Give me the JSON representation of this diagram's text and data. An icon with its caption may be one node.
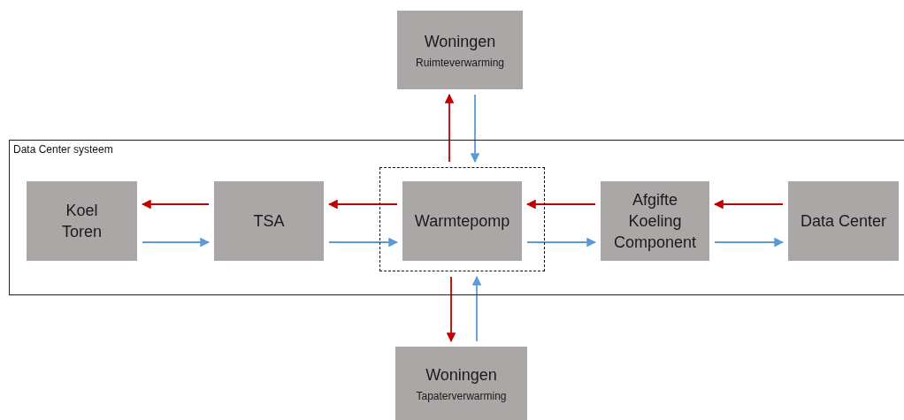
{
  "diagram": {
    "nodes": [
      {
        "text": [
          "Data Center systeem"
        ]
      },
      {
        "text": [
          "Woningen",
          "Ruimteverwarming"
        ]
      },
      {
        "text": [
          "Koel Toren"
        ],
        "in": 0
      },
      {
        "text": [
          "TSA"
        ],
        "in": 0
      },
      {
        "text": [],
        "shape": "box",
        "in": 0
      },
      {
        "text": [
          "Warmtepomp"
        ],
        "in": 4
      },
      {
        "text": [
          "Afgifte Koeling Component"
        ],
        "in": 0
      },
      {
        "text": [
          "Data Center"
        ],
        "in": 0
      },
      {
        "text": [
          "Woningen",
          "Tapaterverwarming"
        ]
      }
    ],
    "edges": [
      {
        "from": 3,
        "to": 2,
        "arrow": "to",
        "color": "#c00000"
      },
      {
        "from": 2,
        "to": 3,
        "arrow": "to",
        "color": "#5b9bd5"
      },
      {
        "from": 5,
        "to": 3,
        "arrow": "to",
        "color": "#c00000"
      },
      {
        "from": 3,
        "to": 5,
        "arrow": "to",
        "color": "#5b9bd5"
      },
      {
        "from": 6,
        "to": 5,
        "arrow": "to",
        "color": "#c00000"
      },
      {
        "from": 5,
        "to": 6,
        "arrow": "to",
        "color": "#5b9bd5"
      },
      {
        "from": 7,
        "to": 6,
        "arrow": "to",
        "color": "#c00000"
      },
      {
        "from": 6,
        "to": 7,
        "arrow": "to",
        "color": "#5b9bd5"
      },
      {
        "from": 4,
        "to": 1,
        "arrow": "to",
        "color": "#c00000"
      },
      {
        "from": 1,
        "to": 4,
        "arrow": "to",
        "color": "#5b9bd5"
      },
      {
        "from": 4,
        "to": 8,
        "arrow": "to",
        "color": "#c00000"
      },
      {
        "from": 8,
        "to": 4,
        "arrow": "to",
        "color": "#5b9bd5"
      }
    ]
  }
}
